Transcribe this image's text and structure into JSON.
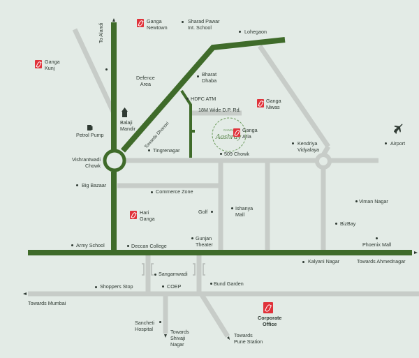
{
  "map": {
    "colors": {
      "background": "#e3ebe6",
      "main_road": "#3f6b2a",
      "minor_road": "#c7ccc8",
      "project_icon": "#e0323a",
      "text": "#2f3a33"
    },
    "project": {
      "brand": "GANGA",
      "name": "Aashray"
    },
    "projects": [
      {
        "label": "Ganga Newtown",
        "line1": "Ganga",
        "line2": "Newtown"
      },
      {
        "label": "Ganga Kunj",
        "line1": "Ganga",
        "line2": "Kunj"
      },
      {
        "label": "Ganga Niwas",
        "line1": "Ganga",
        "line2": "Niwas"
      },
      {
        "label": "Ganga Aria",
        "line1": "Ganga",
        "line2": "Aria"
      },
      {
        "label": "Hari Ganga",
        "line1": "Hari",
        "line2": "Ganga"
      },
      {
        "label": "Corporate Office",
        "line1": "Corporate",
        "line2": "Office"
      }
    ],
    "landmarks": {
      "sharad_pawar": [
        "Sharad Pawar",
        "Int. School"
      ],
      "lohegaon": "Lohegaon",
      "defence_area": [
        "Defence",
        "Area"
      ],
      "bharat_dhaba": [
        "Bharat",
        "Dhaba"
      ],
      "hdfc_atm": "HDFC ATM",
      "dp_road": "18M Wide D.P. Rd.",
      "balaji_mandir": [
        "Balaji",
        "Mandir"
      ],
      "petrol_pump": "Petrol Pump",
      "vishrantwadi": [
        "Vishrantwadi",
        "Chowk"
      ],
      "tingrenagar": "Tingrenagar",
      "chowk_509": "509 Chowk",
      "kendriya": [
        "Kendriya",
        "Vidyalaya"
      ],
      "airport": "Airport",
      "big_bazaar": "Big Bazaar",
      "commerce_zone": "Commerce Zone",
      "golf": "Golf",
      "ishanya": [
        "Ishanya",
        "Mall"
      ],
      "viman_nagar": "Viman Nagar",
      "bizbay": "BizBay",
      "phoenix": "Phoenix Mall",
      "army_school": "Army School",
      "deccan_college": "Deccan College",
      "gunjan": [
        "Gunjan",
        "Theater"
      ],
      "kalyani": "Kalyani Nagar",
      "sangamwadi": "Sangamwadi",
      "shoppers_stop": "Shoppers Stop",
      "coep": "COEP",
      "bund_garden": "Bund Garden",
      "sancheti": [
        "Sancheti",
        "Hospital"
      ]
    },
    "directions": {
      "alandi": "To Alandi",
      "dhanori": "Towards Dhanori",
      "ahmednagar": "Towards Ahmednagar",
      "mumbai": "Towards Mumbai",
      "shivaji": [
        "Towards",
        "Shivaji",
        "Nagar"
      ],
      "pune_station": [
        "Towards",
        "Pune Station"
      ]
    }
  }
}
